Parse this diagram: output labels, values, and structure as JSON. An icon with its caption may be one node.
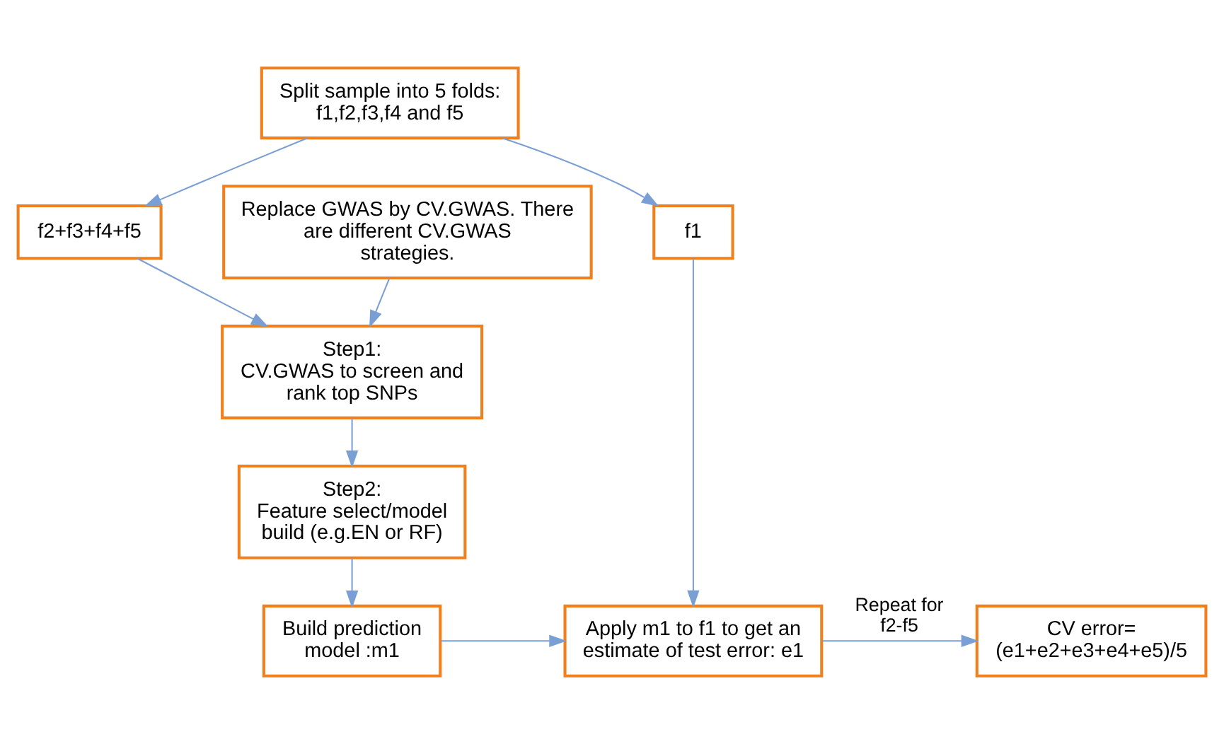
{
  "diagram": {
    "nodes": [
      {
        "text": [
          "Split sample into 5 folds: f1,f2,f3,f4 and f5"
        ]
      },
      {
        "text": [
          "f2+f3+f4+f5"
        ]
      },
      {
        "text": [
          "f1"
        ]
      },
      {
        "text": [
          "Replace GWAS by CV.GWAS. There are different CV.GWAS strategies."
        ]
      },
      {
        "text": [
          "Step1:",
          "CV.GWAS to screen and rank top SNPs"
        ]
      },
      {
        "text": [
          "Step2:",
          "Feature select/model build (e.g.EN or RF)"
        ]
      },
      {
        "text": [
          "Build prediction model :m1"
        ]
      },
      {
        "text": [
          "Apply m1 to f1 to get an estimate of test error: e1"
        ]
      },
      {
        "text": [
          "CV error= (e1+e2+e3+e4+e5)/5"
        ]
      }
    ],
    "edges": [
      {
        "from": 0,
        "to": 1,
        "arrow": "to"
      },
      {
        "from": 0,
        "to": 2,
        "arrow": "to"
      },
      {
        "from": 1,
        "to": 4,
        "arrow": "to"
      },
      {
        "from": 3,
        "to": 4,
        "arrow": "to"
      },
      {
        "from": 4,
        "to": 5,
        "arrow": "to"
      },
      {
        "from": 5,
        "to": 6,
        "arrow": "to"
      },
      {
        "from": 2,
        "to": 7,
        "arrow": "to"
      },
      {
        "from": 6,
        "to": 7,
        "arrow": "to"
      },
      {
        "from": 7,
        "to": 8,
        "arrow": "to",
        "label": "Repeat for f2-f5"
      }
    ]
  }
}
